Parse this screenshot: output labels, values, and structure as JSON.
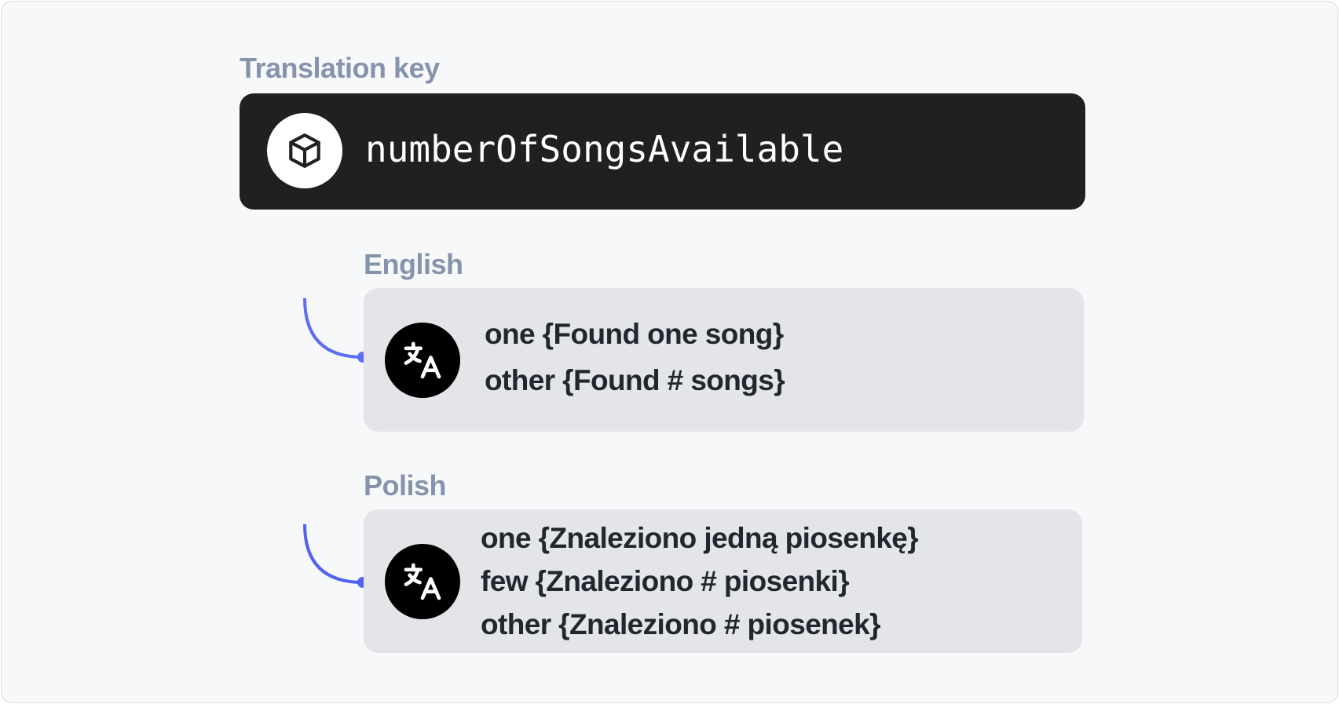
{
  "key_section": {
    "label": "Translation key",
    "key_name": "numberOfSongsAvailable"
  },
  "translations": [
    {
      "language": "English",
      "lines": [
        "one {Found one song}",
        "other {Found # songs}"
      ]
    },
    {
      "language": "Polish",
      "lines": [
        "one {Znaleziono jedną piosenkę}",
        "few {Znaleziono # piosenki}",
        "other {Znaleziono # piosenek}"
      ]
    }
  ],
  "colors": {
    "accent": "#4f63f2",
    "key_box": "#202020",
    "label": "#8593ad",
    "translation_box": "#e4e5e8"
  },
  "icons": {
    "key": "cube-icon",
    "translation": "translate-icon"
  }
}
